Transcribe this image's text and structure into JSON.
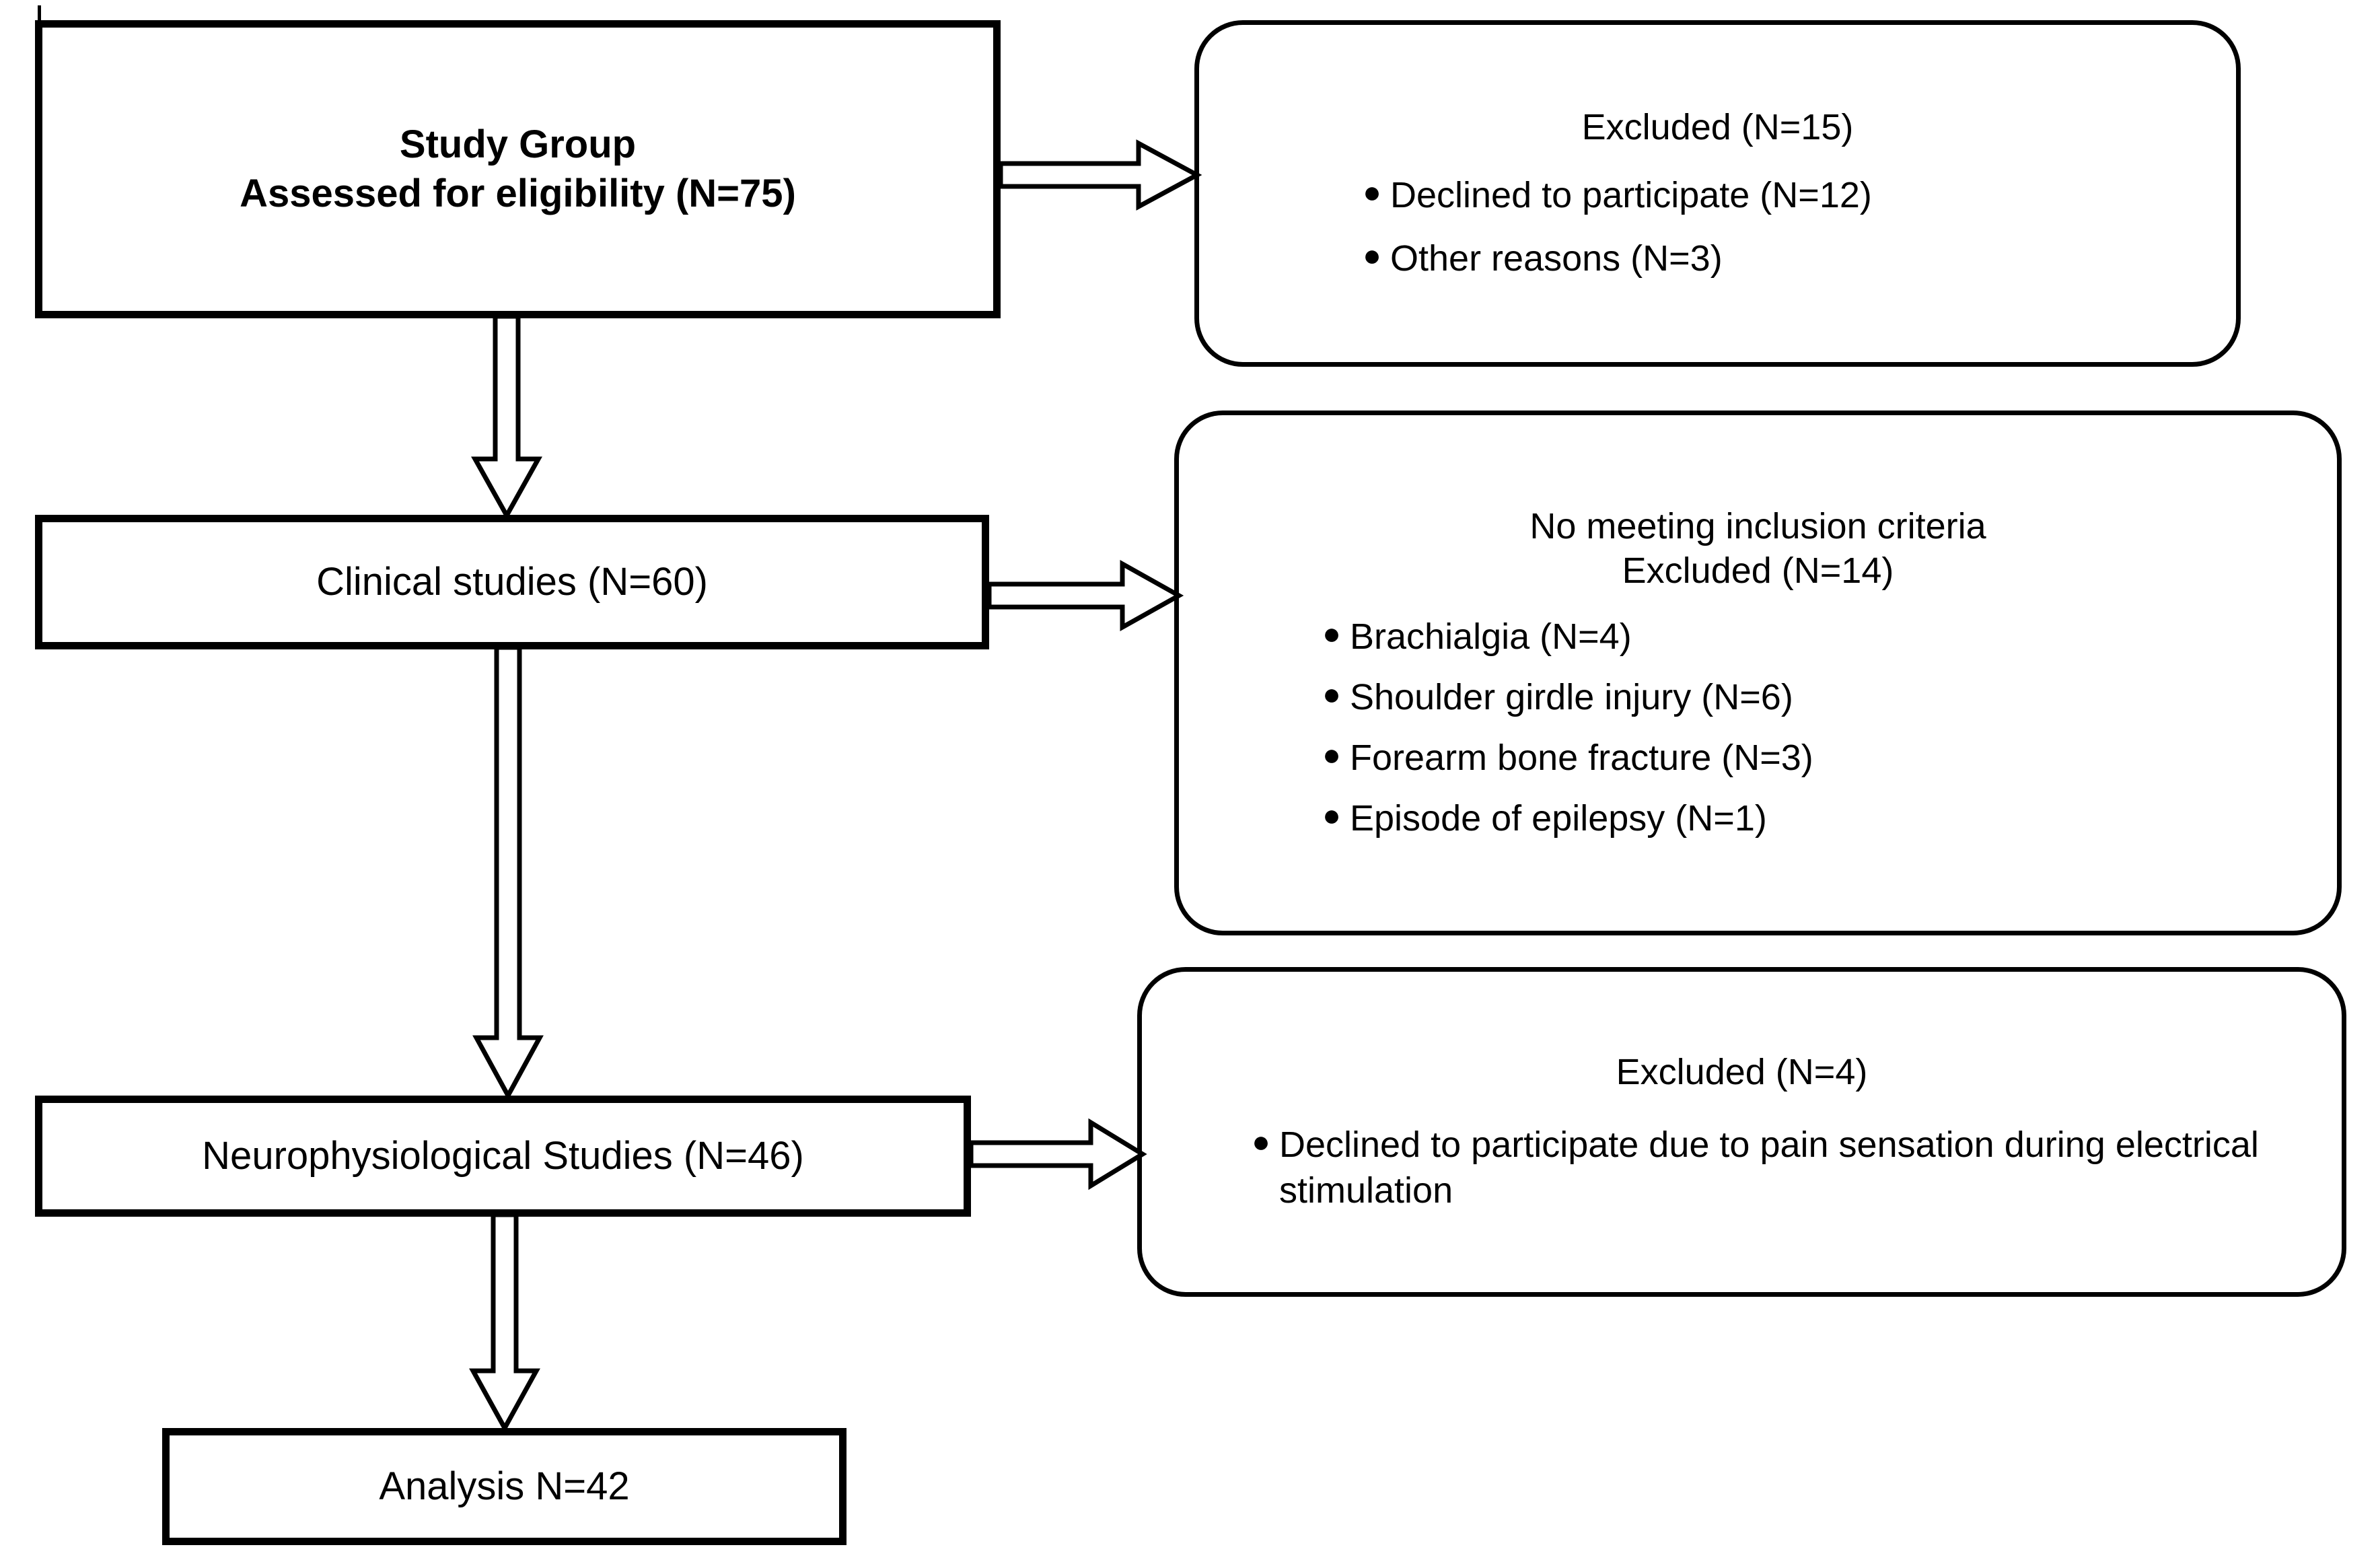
{
  "diagram": {
    "title": "Study participant flow diagram",
    "colors": {
      "stroke": "#000000",
      "fill": "#ffffff",
      "text": "#000000"
    }
  },
  "flow_boxes": [
    {
      "id": "study-group",
      "lines": [
        "Study Group",
        "Assessed for eligibility (N=75)"
      ],
      "bold": true
    },
    {
      "id": "clinical-studies",
      "lines": [
        "Clinical studies (N=60)"
      ],
      "bold": false
    },
    {
      "id": "neurophysiological-studies",
      "lines": [
        "Neurophysiological Studies (N=46)"
      ],
      "bold": false
    },
    {
      "id": "analysis",
      "lines": [
        "Analysis N=42"
      ],
      "bold": false
    }
  ],
  "exclusion_boxes": [
    {
      "id": "excluded-1",
      "heading": [
        "Excluded (N=15)"
      ],
      "items": [
        "Declined to participate (N=12)",
        "Other reasons (N=3)"
      ]
    },
    {
      "id": "excluded-2",
      "heading": [
        "No meeting inclusion criteria",
        "Excluded (N=14)"
      ],
      "items": [
        "Brachialgia (N=4)",
        "Shoulder girdle injury (N=6)",
        "Forearm bone fracture (N=3)",
        "Episode of epilepsy (N=1)"
      ]
    },
    {
      "id": "excluded-3",
      "heading": [
        "Excluded (N=4)"
      ],
      "items": [
        "Declined to participate due to pain sensation during electrical stimulation"
      ]
    }
  ],
  "bullet_glyph": "●",
  "connectors": [
    {
      "id": "study-group-to-excluded-1",
      "direction": "right"
    },
    {
      "id": "study-group-to-clinical-studies",
      "direction": "down"
    },
    {
      "id": "clinical-studies-to-excluded-2",
      "direction": "right"
    },
    {
      "id": "clinical-studies-to-neurophysiological-studies",
      "direction": "down"
    },
    {
      "id": "neurophysiological-studies-to-excluded-3",
      "direction": "right"
    },
    {
      "id": "neurophysiological-studies-to-analysis",
      "direction": "down"
    }
  ]
}
